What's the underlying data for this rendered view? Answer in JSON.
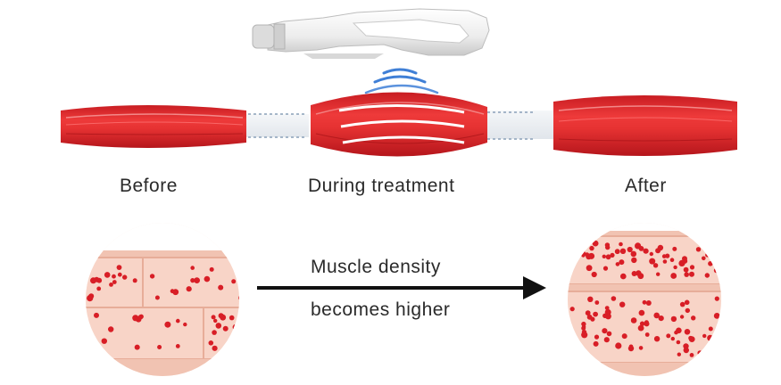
{
  "labels": {
    "before": "Before",
    "during": "During treatment",
    "after": "After",
    "arrow_line1": "Muscle density",
    "arrow_line2": "becomes higher"
  },
  "colors": {
    "muscle_red": "#d9262b",
    "muscle_highlight": "#f08a8a",
    "tissue_pink": "#f6d3c6",
    "tissue_border": "#e9b5a3",
    "dot_red": "#d81e26",
    "wave_blue": "#3f7fd6",
    "arrow_black": "#111111",
    "device_white": "#eeeeee"
  },
  "icons": [
    "ultrasound-device-icon",
    "ultrasound-wave-icon",
    "muscle-fiber-icon",
    "muscle-cross-section-icon",
    "arrow-right-icon"
  ]
}
